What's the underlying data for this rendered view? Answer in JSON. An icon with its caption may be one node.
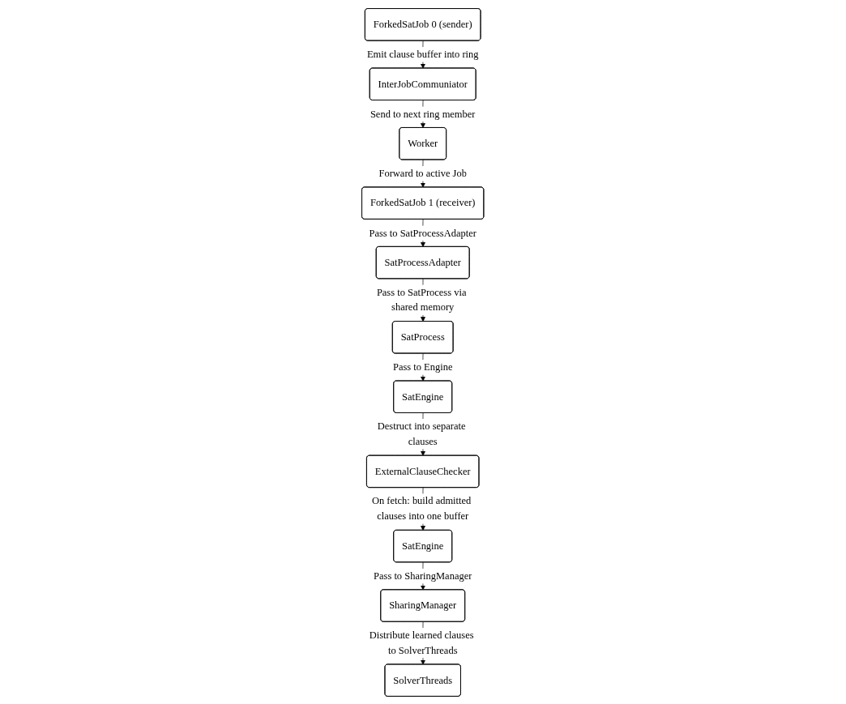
{
  "diagram": {
    "nodes": [
      {
        "text": [
          "ForkedSatJob 0 (sender)"
        ]
      },
      {
        "text": [
          "InterJobCommuniator"
        ]
      },
      {
        "text": [
          "Worker"
        ]
      },
      {
        "text": [
          "ForkedSatJob 1 (receiver)"
        ]
      },
      {
        "text": [
          "SatProcessAdapter"
        ]
      },
      {
        "text": [
          "SatProcess"
        ]
      },
      {
        "text": [
          "SatEngine"
        ]
      },
      {
        "text": [
          "ExternalClauseChecker"
        ]
      },
      {
        "text": [
          "SatEngine"
        ]
      },
      {
        "text": [
          "SharingManager"
        ]
      },
      {
        "text": [
          "SolverThreads"
        ]
      }
    ],
    "edges": [
      {
        "from": 0,
        "to": 1,
        "arrow": "to",
        "label": "Emit clause buffer into ring"
      },
      {
        "from": 1,
        "to": 2,
        "arrow": "to",
        "label": "Send to next ring member"
      },
      {
        "from": 2,
        "to": 3,
        "arrow": "to",
        "label": "Forward to active Job"
      },
      {
        "from": 3,
        "to": 4,
        "arrow": "to",
        "label": "Pass to SatProcessAdapter"
      },
      {
        "from": 4,
        "to": 5,
        "arrow": "to",
        "label": "Pass to SatProcess via shared memory"
      },
      {
        "from": 5,
        "to": 6,
        "arrow": "to",
        "label": "Pass to Engine"
      },
      {
        "from": 6,
        "to": 7,
        "arrow": "to",
        "label": "Destruct into separate clauses"
      },
      {
        "from": 7,
        "to": 8,
        "arrow": "to",
        "label": "On fetch: build admitted clauses into one buffer"
      },
      {
        "from": 8,
        "to": 9,
        "arrow": "to",
        "label": "Pass to SharingManager"
      },
      {
        "from": 9,
        "to": 10,
        "arrow": "to",
        "label": "Distribute learned clauses to SolverThreads"
      }
    ]
  }
}
